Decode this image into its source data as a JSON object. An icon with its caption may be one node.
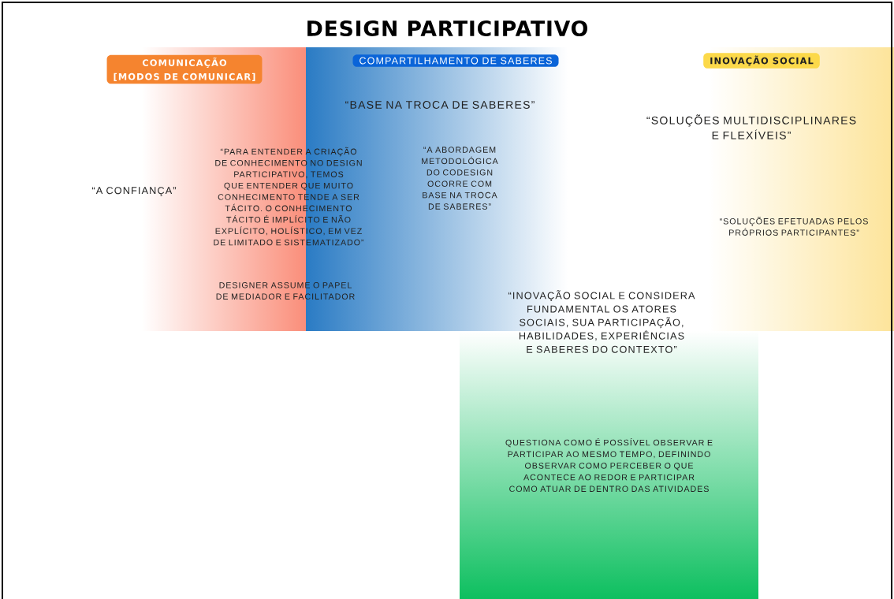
{
  "diagram": {
    "title": "DESIGN PARTICIPATIVO",
    "nodes": [
      {
        "text": [
          "COMUNICAÇÃO",
          "[MODOS DE COMUNICAR]"
        ]
      },
      {
        "text": [
          "COMPARTILHAMENTO DE SABERES"
        ]
      },
      {
        "text": [
          "INOVAÇÃO SOCIAL"
        ]
      },
      {
        "text": [
          "QUESTIONA COMO É POSSÍVEL OBSERVAR E PARTICIPAR AO MESMO TEMPO, DEFININDO OBSERVAR COMO PERCEBER O QUE ACONTECE AO REDOR E PARTICIPAR COMO ATUAR DE DENTRO DAS ATIVIDADES"
        ]
      }
    ],
    "labels": [
      "“A CONFIANÇA”",
      "“BASE NA TROCA DE SABERES”",
      "“SOLUÇÕES MULTIDISCIPLINARES E FLEXÍVEIS”",
      "“PARA ENTENDER A CRIAÇÃO DE CONHECIMENTO NO DESIGN PARTICIPATIVO, TEMOS QUE ENTENDER QUE MUITO CONHECIMENTO TENDE A SER TÁCITO. O CONHECIMENTO TÁCITO É IMPLÍCITO E NÃO EXPLÍCITO, HOLÍSTICO, EM VEZ DE LIMITADO E SISTEMATIZADO”",
      "“A ABORDAGEM METODOLÓGICA DO CODESIGN OCORRE COM BASE NA TROCA DE SABERES”",
      "“SOLUÇÕES EFETUADAS PELOS PRÓPRIOS PARTICIPANTES”",
      "DESIGNER ASSUME O PAPEL DE MEDIADOR E FACILITADOR",
      "“INOVAÇÃO SOCIAL E CONSIDERA FUNDAMENTAL OS ATORES SOCIAIS, SUA PARTICIPAÇÃO, HABILIDADES, EXPERIÊNCIAS E SABERES DO CONTEXTO”"
    ]
  }
}
